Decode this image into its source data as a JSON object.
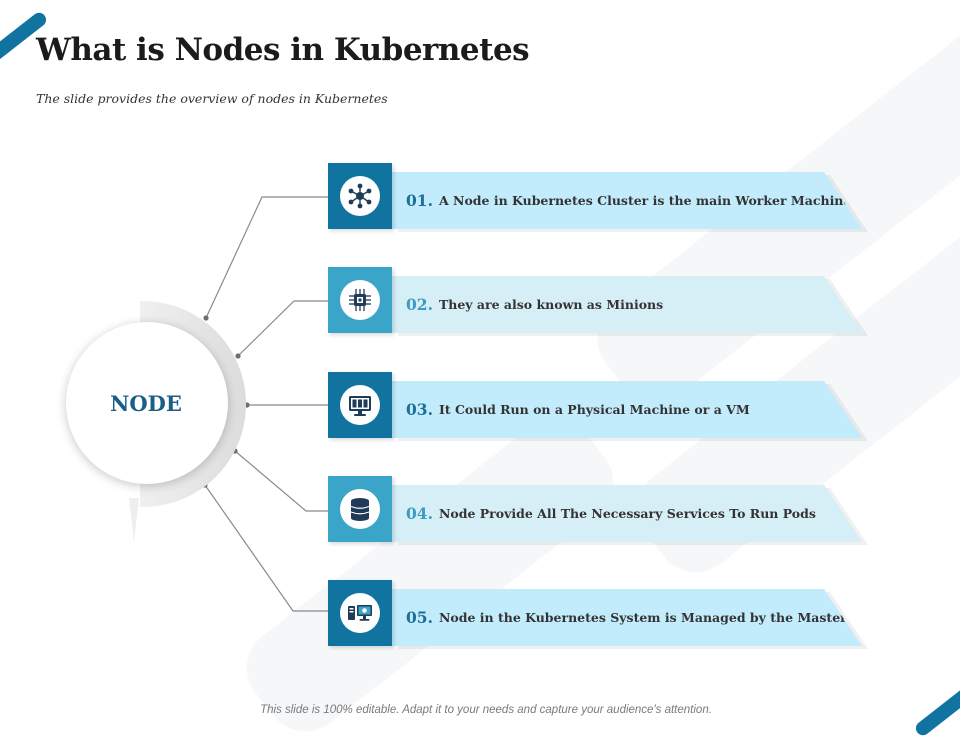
{
  "title": "What is Nodes in Kubernetes",
  "subtitle": "The slide provides the overview of nodes in Kubernetes",
  "center_label": "NODE",
  "items": [
    {
      "number": "01.",
      "text": "A Node in Kubernetes Cluster is the main Worker Machine",
      "icon": "network-icon"
    },
    {
      "number": "02.",
      "text": "They are also known as Minions",
      "icon": "chip-icon"
    },
    {
      "number": "03.",
      "text": "It Could Run on a Physical Machine or a VM",
      "icon": "monitor-icon"
    },
    {
      "number": "04.",
      "text": "Node Provide All The Necessary Services To Run Pods",
      "icon": "database-icon"
    },
    {
      "number": "05.",
      "text": "Node in the Kubernetes System is Managed by the Master",
      "icon": "computer-icon"
    }
  ],
  "footer": "This slide is 100% editable. Adapt it to your needs and capture your audience's attention.",
  "colors": {
    "dark_teal": "#1173a0",
    "light_teal": "#3aa5c8",
    "banner_blue": "#c2ebfb",
    "banner_light": "#d6eef6",
    "number_dark": "#1b6f9a",
    "number_light": "#3a9cc2",
    "node_text": "#1b5e88"
  }
}
